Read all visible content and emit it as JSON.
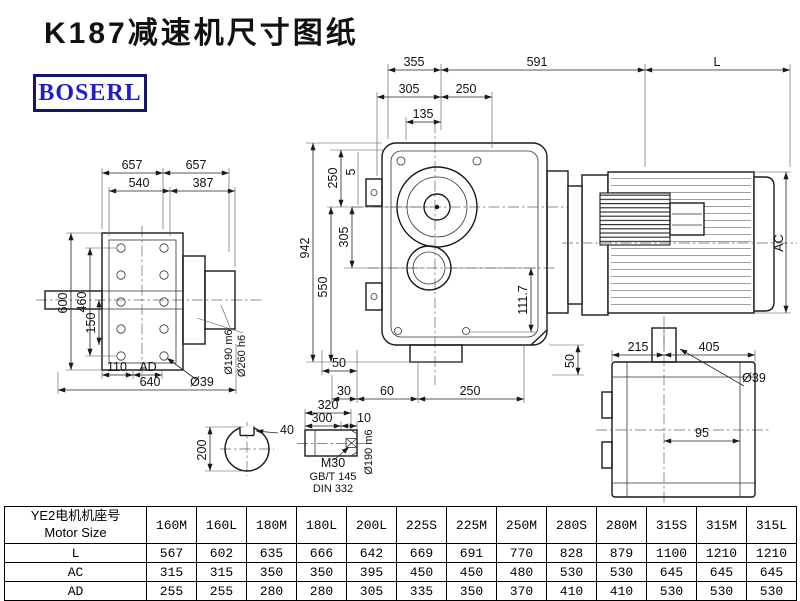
{
  "page": {
    "title": "K187减速机尺寸图纸",
    "logo": "BOSERL",
    "colors": {
      "logo_text": "#1f1fc8",
      "logo_border": "#15156a",
      "line": "#1a1a1a"
    }
  },
  "drawing": {
    "front_view": {
      "dim_355": "355",
      "dim_591": "591",
      "dim_L": "L",
      "dim_305_top": "305",
      "dim_250_top": "250",
      "dim_135": "135",
      "dim_250_left": "250",
      "dim_5": "5",
      "dim_305_left": "305",
      "dim_942": "942",
      "dim_550": "550",
      "dim_111_7": "111.7",
      "dim_50_bottom": "50",
      "dim_30": "30",
      "dim_60": "60",
      "dim_250_bottom": "250",
      "dim_50_right": "50"
    },
    "motor_view": {
      "dim_AC": "AC"
    },
    "side_view": {
      "dim_657_a": "657",
      "dim_657_b": "657",
      "dim_540": "540",
      "dim_387": "387",
      "dim_460": "460",
      "dim_150": "150",
      "dim_600": "600",
      "dim_110": "110",
      "dim_AD": "AD",
      "dim_640": "640",
      "dim_d39": "Ø39",
      "dim_d190": "Ø190 m6",
      "dim_d260": "Ø260 h6"
    },
    "top_view": {
      "dim_215": "215",
      "dim_405": "405",
      "dim_95": "95",
      "dim_d39": "Ø39"
    },
    "shaft_section": {
      "dim_40": "40",
      "dim_200": "200"
    },
    "shaft_end": {
      "dim_320": "320",
      "dim_300": "300",
      "dim_10": "10",
      "thread": "M30",
      "std_1": "GB/T 145",
      "std_2": "DIN 332",
      "dim_d190": "Ø190 m6"
    }
  },
  "table": {
    "header_cn": "YE2电机机座号",
    "header_en": "Motor Size",
    "columns": [
      "160M",
      "160L",
      "180M",
      "180L",
      "200L",
      "225S",
      "225M",
      "250M",
      "280S",
      "280M",
      "315S",
      "315M",
      "315L"
    ],
    "rows": [
      {
        "label": "L",
        "values": [
          "567",
          "602",
          "635",
          "666",
          "642",
          "669",
          "691",
          "770",
          "828",
          "879",
          "1100",
          "1210",
          "1210"
        ]
      },
      {
        "label": "AC",
        "values": [
          "315",
          "315",
          "350",
          "350",
          "395",
          "450",
          "450",
          "480",
          "530",
          "530",
          "645",
          "645",
          "645"
        ]
      },
      {
        "label": "AD",
        "values": [
          "255",
          "255",
          "280",
          "280",
          "305",
          "335",
          "350",
          "370",
          "410",
          "410",
          "530",
          "530",
          "530"
        ]
      }
    ]
  }
}
